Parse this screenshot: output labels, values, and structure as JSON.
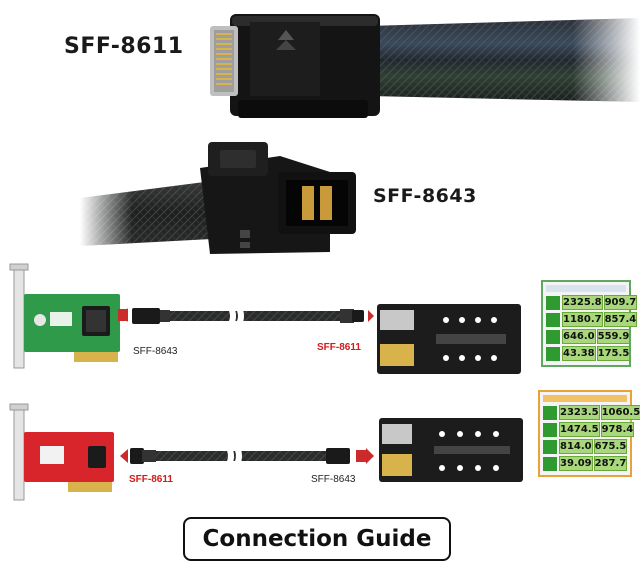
{
  "top_connector_label": "SFF-8611",
  "middle_connector_label": "SFF-8643",
  "diagram_row_1": {
    "left_label": "SFF-8643",
    "right_label": "SFF-8611",
    "bench_values": [
      [
        "2325.8",
        "909.7"
      ],
      [
        "1180.7",
        "857.4"
      ],
      [
        "646.0",
        "559.9"
      ],
      [
        "43.38",
        "175.5"
      ]
    ]
  },
  "diagram_row_2": {
    "left_label": "SFF-8611",
    "right_label": "SFF-8643",
    "bench_values": [
      [
        "2323.5",
        "1060.5"
      ],
      [
        "1474.5",
        "978.4"
      ],
      [
        "814.0",
        "675.5"
      ],
      [
        "39.09",
        "287.7"
      ]
    ]
  },
  "guide_title": "Connection Guide",
  "colors": {
    "red_label": "#d01c1c",
    "bench_cell": "#a9d87c",
    "bench_border_1": "#5fa85f",
    "bench_border_2": "#e8a23a",
    "pcb_green": "#2f9a4a",
    "pcb_red": "#d8242b"
  }
}
